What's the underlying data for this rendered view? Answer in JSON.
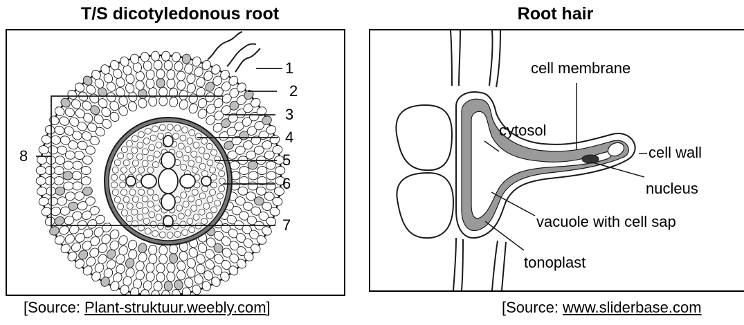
{
  "left": {
    "title": "T/S dicotyledonous root",
    "labels": [
      "1",
      "2",
      "3",
      "4",
      "5",
      "6",
      "7",
      "8"
    ],
    "source_prefix": "[Source: ",
    "source_link": "Plant-struktuur.weebly.com",
    "source_suffix": "]"
  },
  "right": {
    "title": "Root hair",
    "labels": {
      "cell_membrane": "cell membrane",
      "cytosol": "cytosol",
      "cell_wall": "cell wall",
      "nucleus": "nucleus",
      "vacuole": "vacuole with cell sap",
      "tonoplast": "tonoplast"
    },
    "source_prefix": "[Source: ",
    "source_link": "www.sliderbase.com"
  },
  "colors": {
    "line": "#1a1a1a",
    "shade": "#bdbdbd",
    "cytoplasm": "#9a9a9a"
  }
}
